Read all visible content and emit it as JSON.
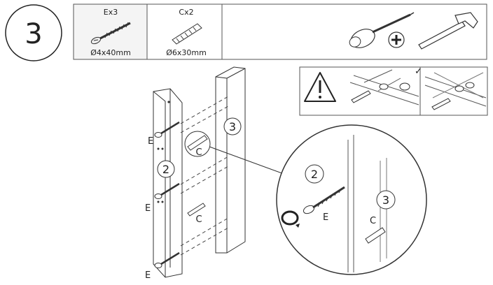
{
  "step": {
    "number": "3"
  },
  "parts": [
    {
      "code": "Ex3",
      "size": "Ø4x40mm",
      "icon": "screw-icon"
    },
    {
      "code": "Cx2",
      "size": "Ø6x30mm",
      "icon": "dowel-icon"
    }
  ],
  "tools": [
    {
      "icon": "phillips-screwdriver-icon"
    },
    {
      "icon": "hammer-icon"
    }
  ],
  "warning": {
    "icon": "warning-triangle-icon",
    "correct_mark": "✓"
  },
  "panels": [
    {
      "id": "2"
    },
    {
      "id": "3"
    }
  ],
  "callouts": {
    "screw": "E",
    "dowel": "C"
  },
  "detail": {
    "panel_left": "2",
    "panel_right": "3",
    "screw": "E",
    "dowel": "C"
  }
}
